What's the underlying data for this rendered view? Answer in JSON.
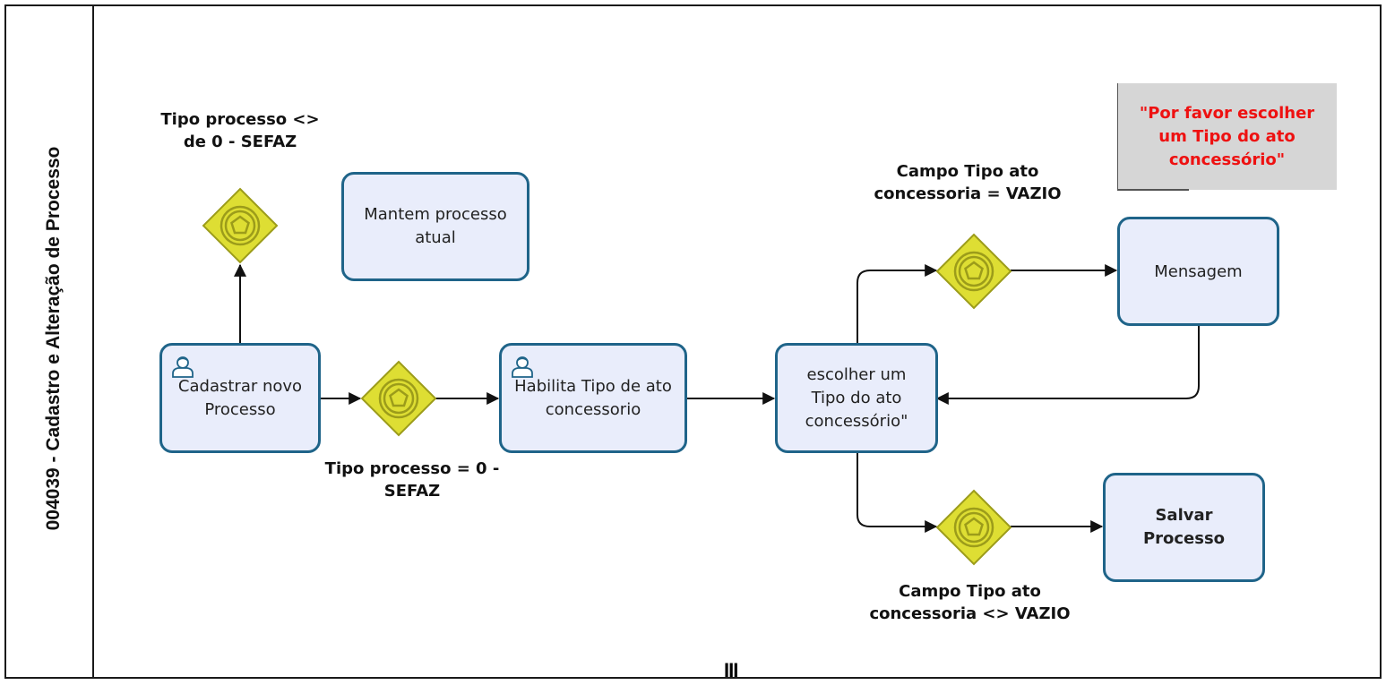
{
  "lane": {
    "title": "004039 - Cadastro e Alteração de Processo"
  },
  "tasks": {
    "cadastrar": "Cadastrar  novo\nProcesso",
    "mantem": "Mantem processo\natual",
    "habilita": "Habilita Tipo de ato\nconcessorio",
    "escolher": "escolher um\nTipo do ato\nconcessório\"",
    "mensagem": "Mensagem",
    "salvar": "Salvar Processo"
  },
  "conditions": {
    "tipo_diferente": "Tipo processo <>\nde 0 - SEFAZ",
    "tipo_igual": "Tipo processo  = 0 -\nSEFAZ",
    "campo_vazio": "Campo Tipo ato\nconcessoria = VAZIO",
    "campo_nao_vazio": "Campo Tipo ato\nconcessoria <> VAZIO"
  },
  "note": {
    "text": "\"Por favor escolher\num Tipo do ato\nconcessório\""
  },
  "marker": {
    "parallel": "III"
  },
  "colors": {
    "task_fill": "#e9edfb",
    "task_border": "#1f6489",
    "gateway_fill": "#dede33",
    "gateway_stroke": "#9c9c1a",
    "note_text": "#ee1111",
    "note_fill": "#d6d6d6"
  }
}
